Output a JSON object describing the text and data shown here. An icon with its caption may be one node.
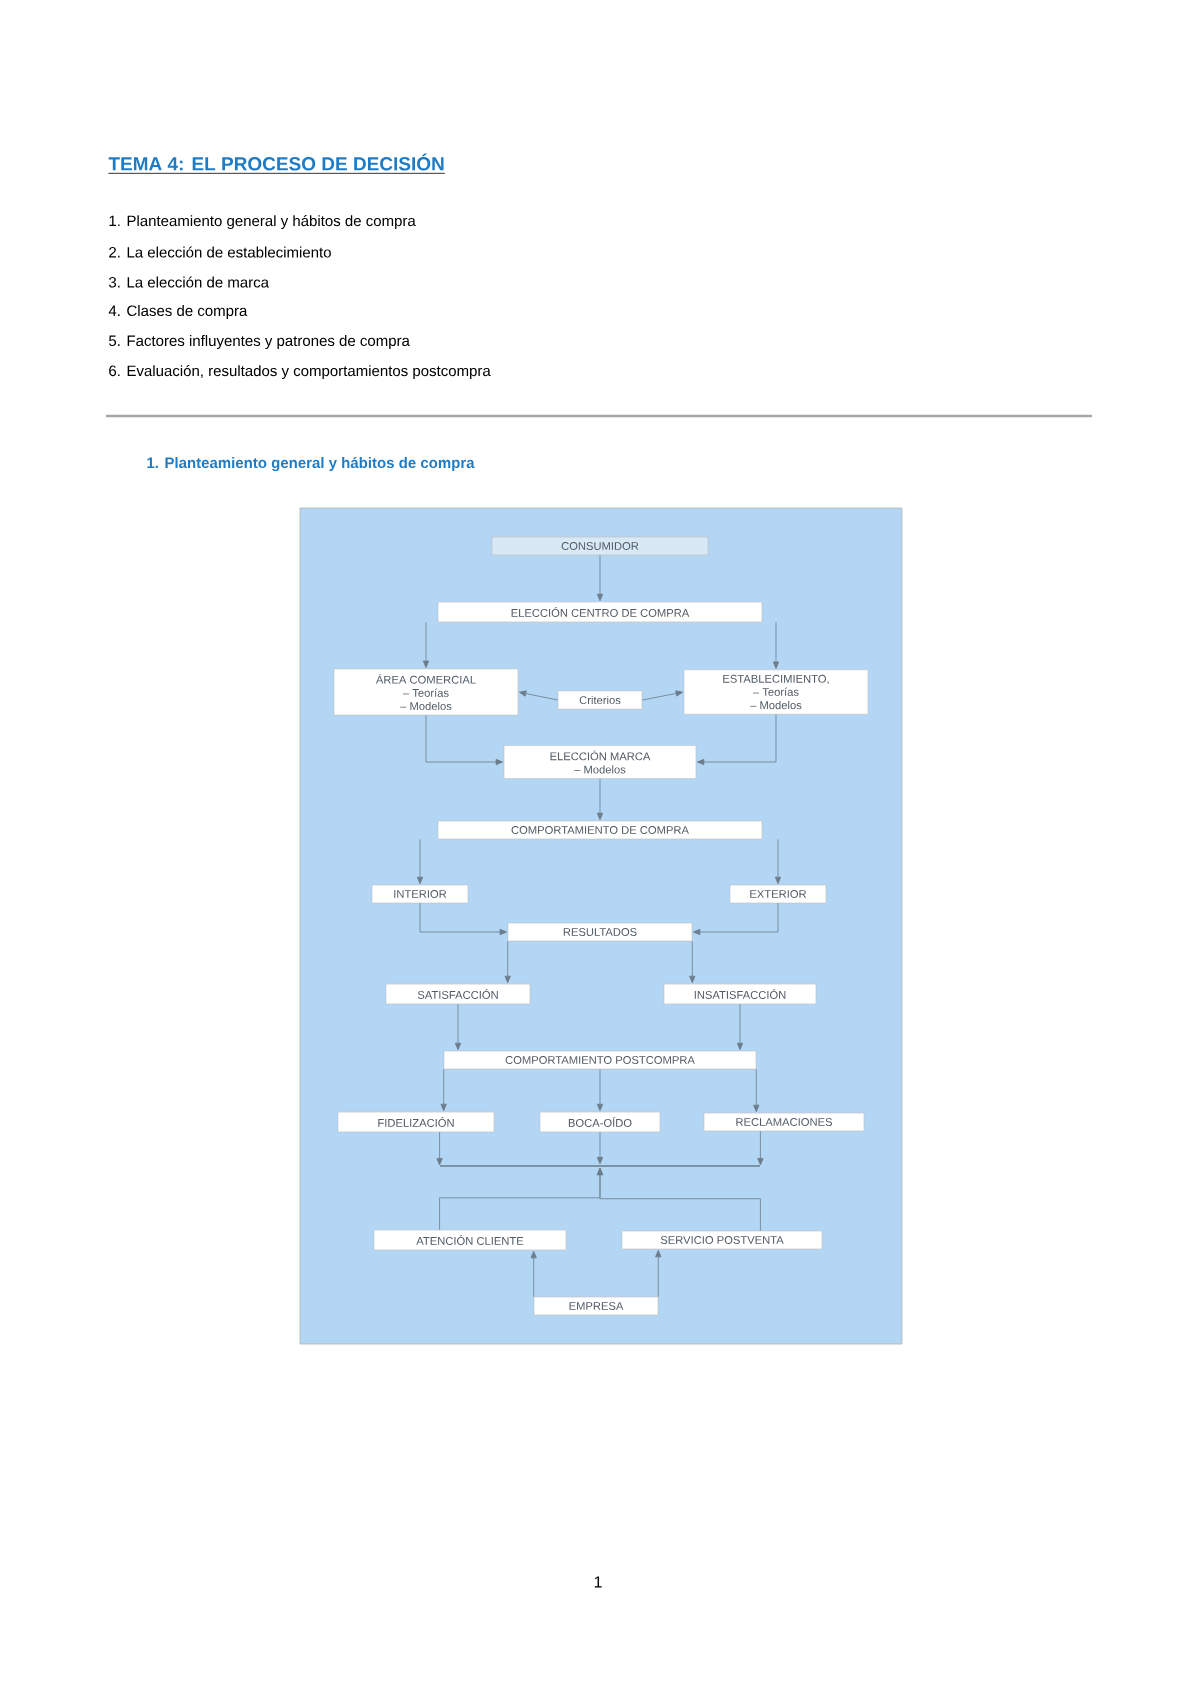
{
  "diagram": {
    "title": "TEMA 4: EL PROCESO DE DECISIÓN",
    "nodes": [
      {
        "text": [
          "CONSUMIDOR"
        ]
      },
      {
        "text": [
          "ELECCIÓN CENTRO DE COMPRA"
        ]
      },
      {
        "text": [
          "ÁREA COMERCIAL",
          "– Teorías",
          "– Modelos"
        ]
      },
      {
        "text": [
          "Criterios"
        ]
      },
      {
        "text": [
          "ESTABLECIMIENTO,",
          "– Teorías",
          "– Modelos"
        ]
      },
      {
        "text": [
          "ELECCIÓN MARCA",
          "– Modelos"
        ]
      },
      {
        "text": [
          "COMPORTAMIENTO DE COMPRA"
        ]
      },
      {
        "text": [
          "INTERIOR"
        ]
      },
      {
        "text": [
          "EXTERIOR"
        ]
      },
      {
        "text": [
          "RESULTADOS"
        ]
      },
      {
        "text": [
          "SATISFACCIÓN"
        ]
      },
      {
        "text": [
          "INSATISFACCIÓN"
        ]
      },
      {
        "text": [
          "COMPORTAMIENTO POSTCOMPRA"
        ]
      },
      {
        "text": [
          "FIDELIZACIÓN"
        ]
      },
      {
        "text": [
          "BOCA-OÍDO"
        ]
      },
      {
        "text": [
          "RECLAMACIONES"
        ]
      },
      {
        "text": [],
        "shape": "bar"
      },
      {
        "text": [
          "ATENCIÓN CLIENTE"
        ]
      },
      {
        "text": [
          "SERVICIO POSTVENTA"
        ]
      },
      {
        "text": [
          "EMPRESA"
        ]
      }
    ],
    "edges": [
      {
        "from": 0,
        "to": 1,
        "arrow": "to"
      },
      {
        "from": 1,
        "to": 2,
        "arrow": "to"
      },
      {
        "from": 1,
        "to": 4,
        "arrow": "to"
      },
      {
        "from": 3,
        "to": 2,
        "arrow": "to"
      },
      {
        "from": 3,
        "to": 4,
        "arrow": "to"
      },
      {
        "from": 2,
        "to": 5,
        "arrow": "to"
      },
      {
        "from": 4,
        "to": 5,
        "arrow": "to"
      },
      {
        "from": 5,
        "to": 6,
        "arrow": "to"
      },
      {
        "from": 6,
        "to": 7,
        "arrow": "to"
      },
      {
        "from": 6,
        "to": 8,
        "arrow": "to"
      },
      {
        "from": 7,
        "to": 9,
        "arrow": "to"
      },
      {
        "from": 8,
        "to": 9,
        "arrow": "to"
      },
      {
        "from": 9,
        "to": 10,
        "arrow": "to"
      },
      {
        "from": 9,
        "to": 11,
        "arrow": "to"
      },
      {
        "from": 10,
        "to": 12,
        "arrow": "to"
      },
      {
        "from": 11,
        "to": 12,
        "arrow": "to"
      },
      {
        "from": 12,
        "to": 13,
        "arrow": "to"
      },
      {
        "from": 12,
        "to": 14,
        "arrow": "to"
      },
      {
        "from": 12,
        "to": 15,
        "arrow": "to"
      },
      {
        "from": 13,
        "to": 16,
        "arrow": "to"
      },
      {
        "from": 14,
        "to": 16,
        "arrow": "to"
      },
      {
        "from": 15,
        "to": 16,
        "arrow": "to"
      },
      {
        "from": 17,
        "to": 16,
        "arrow": "to"
      },
      {
        "from": 18,
        "to": 16,
        "arrow": "to"
      },
      {
        "from": 19,
        "to": 17,
        "arrow": "to"
      },
      {
        "from": 19,
        "to": 18,
        "arrow": "to"
      }
    ],
    "labels": [
      "1. Planteamiento general y hábitos de compra",
      "2. La elección de establecimiento",
      "3. La elección de marca",
      "4. Clases de compra",
      "5. Factores influyentes y patrones de compra",
      "6. Evaluación, resultados y comportamientos postcompra",
      "1. Planteamiento general y hábitos de compra",
      "1"
    ]
  }
}
